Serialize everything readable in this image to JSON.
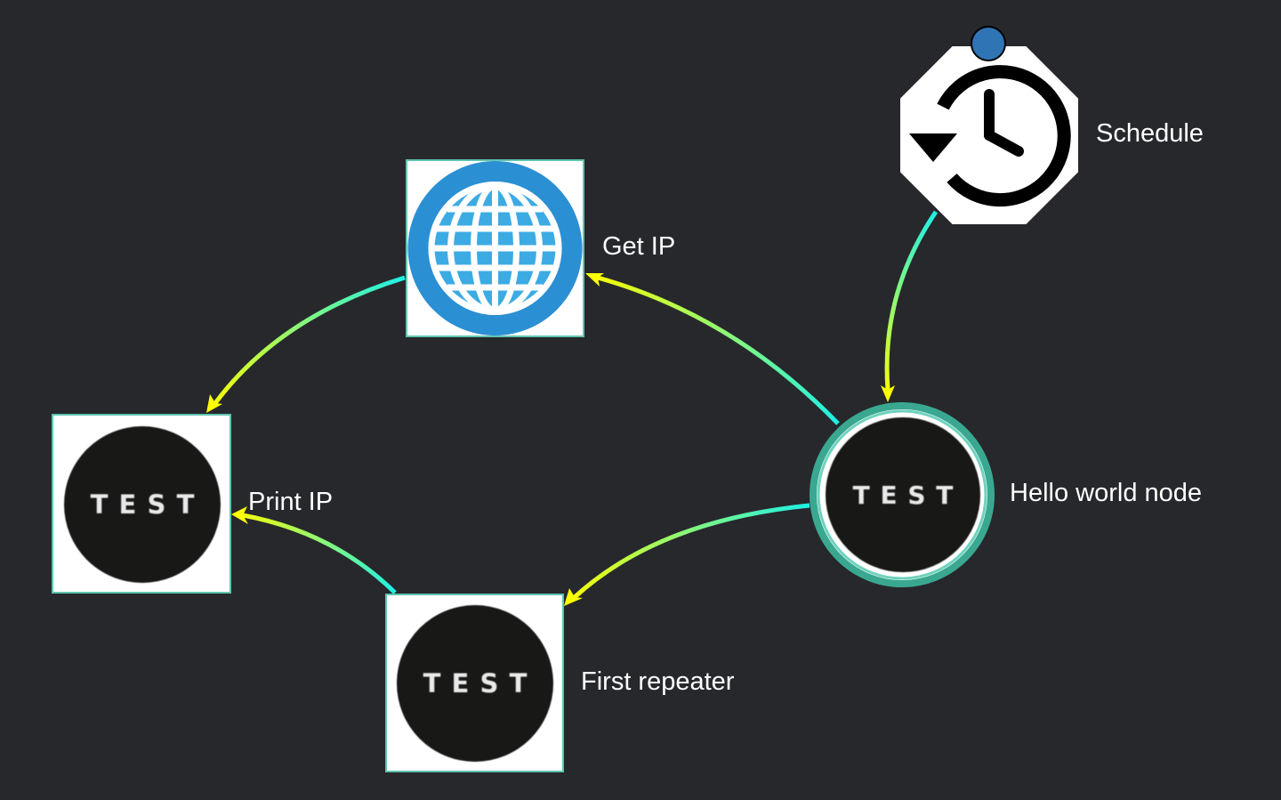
{
  "graph": {
    "nodes": [
      {
        "id": "schedule",
        "label": "Schedule",
        "icon": "clock-history-icon",
        "shape": "octagon"
      },
      {
        "id": "get-ip",
        "label": "Get IP",
        "icon": "globe-icon",
        "shape": "square"
      },
      {
        "id": "print-ip",
        "label": "Print IP",
        "icon": "test-badge-icon",
        "shape": "square",
        "badge_text": "TEST"
      },
      {
        "id": "hello-world",
        "label": "Hello world node",
        "icon": "test-badge-icon",
        "shape": "circle",
        "selected": true,
        "badge_text": "TEST"
      },
      {
        "id": "first-repeater",
        "label": "First repeater",
        "icon": "test-badge-icon",
        "shape": "square",
        "badge_text": "TEST"
      }
    ],
    "edges": [
      {
        "from": "schedule",
        "to": "hello-world"
      },
      {
        "from": "hello-world",
        "to": "get-ip"
      },
      {
        "from": "get-ip",
        "to": "print-ip"
      },
      {
        "from": "hello-world",
        "to": "first-repeater"
      },
      {
        "from": "first-repeater",
        "to": "print-ip"
      }
    ]
  },
  "colors": {
    "background": "#27282c",
    "edge_start": "#1ef0e6",
    "edge_end": "#ffff00",
    "node_border": "#5ec4b0",
    "selection_ring": "#3aa891",
    "handle": "#2f74b5",
    "globe": "#2b8fd3",
    "label": "#ffffff"
  }
}
